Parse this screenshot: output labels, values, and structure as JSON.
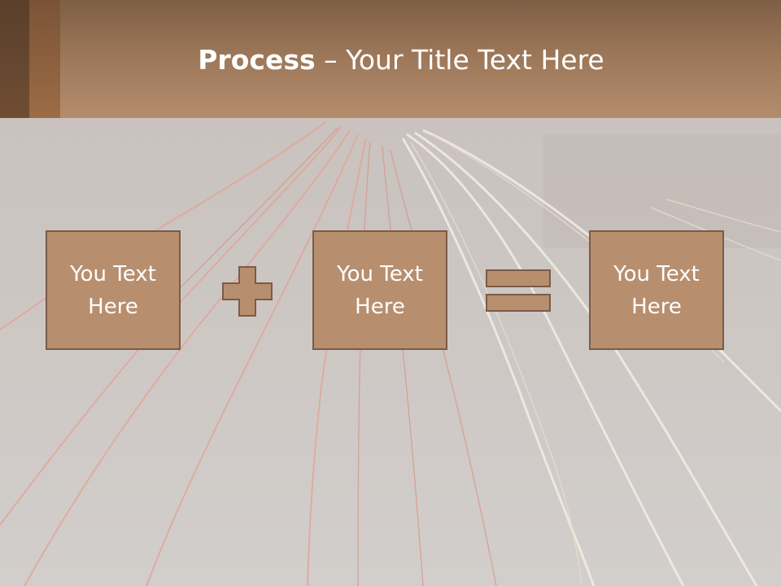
{
  "slide": {
    "title_bold": "Process",
    "title_rest": " – Your Title Text Here",
    "boxes": [
      {
        "text": "You Text\nHere"
      },
      {
        "text": "You Text\nHere"
      },
      {
        "text": "You Text\nHere"
      }
    ],
    "operators": [
      "plus-icon",
      "equals-icon"
    ]
  },
  "colors": {
    "header": "#9b7658",
    "box_fill": "#b78f6f",
    "box_border": "#7a5c47",
    "background": "#cfcac6"
  }
}
